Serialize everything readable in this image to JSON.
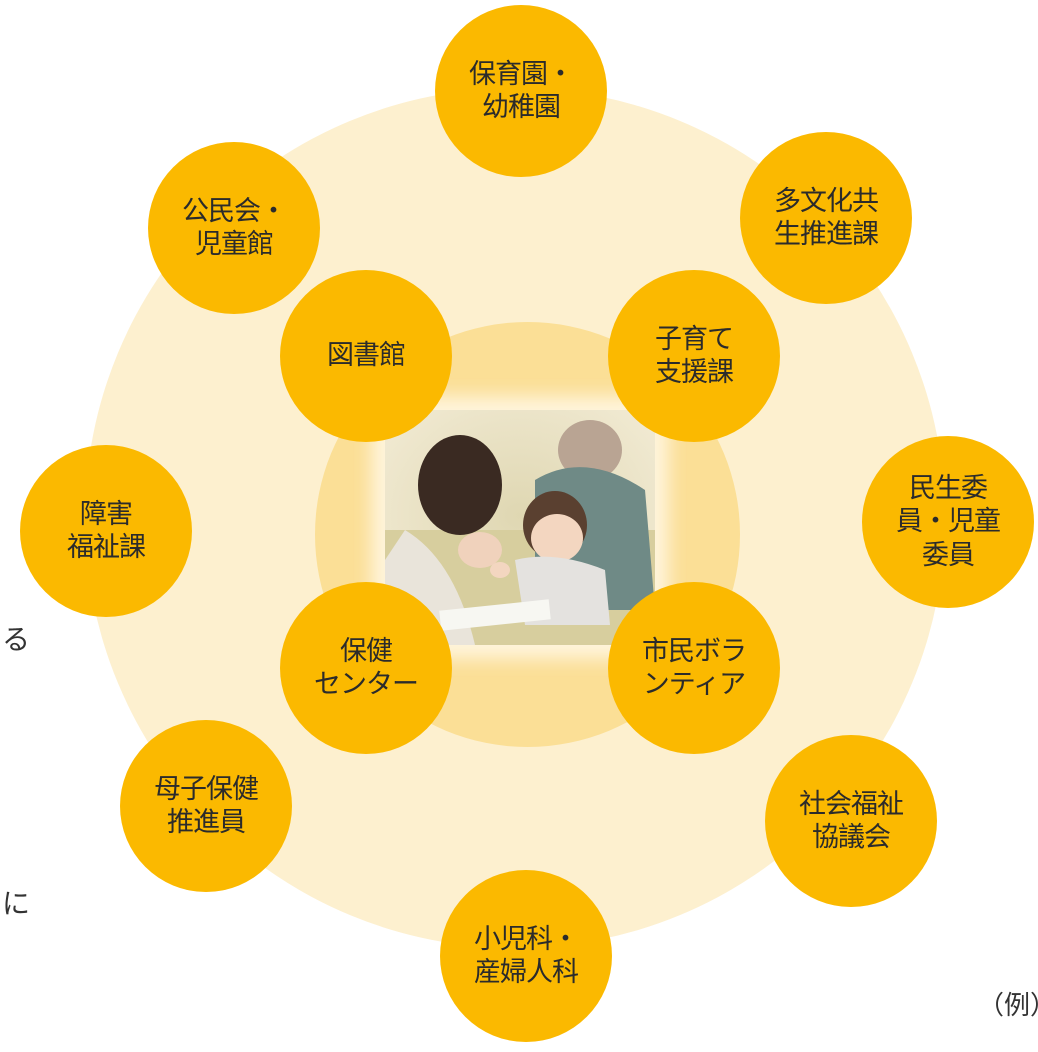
{
  "nodes": {
    "hoikuen": "保育園・\n幼稚園",
    "tabunka": "多文化共\n生推進課",
    "minsei": "民生委\n員・児童\n委員",
    "shakai": "社会福祉\n協議会",
    "shoni": "小児科・\n産婦人科",
    "boshi": "母子保健\n推進員",
    "shogai": "障害\n福祉課",
    "kominkan": "公民会・\n児童館",
    "toshokan": "図書館",
    "kosodate": "子育て\n支援課",
    "hoken": "保健\nセンター",
    "volunteer": "市民ボラ\nンティア"
  },
  "side_text": {
    "ru": "る",
    "ni": "に"
  },
  "caption": "（例）",
  "colors": {
    "node": "#fbb900",
    "ring_outer": "#fdf0cf",
    "ring_inner": "#fbdf96"
  }
}
